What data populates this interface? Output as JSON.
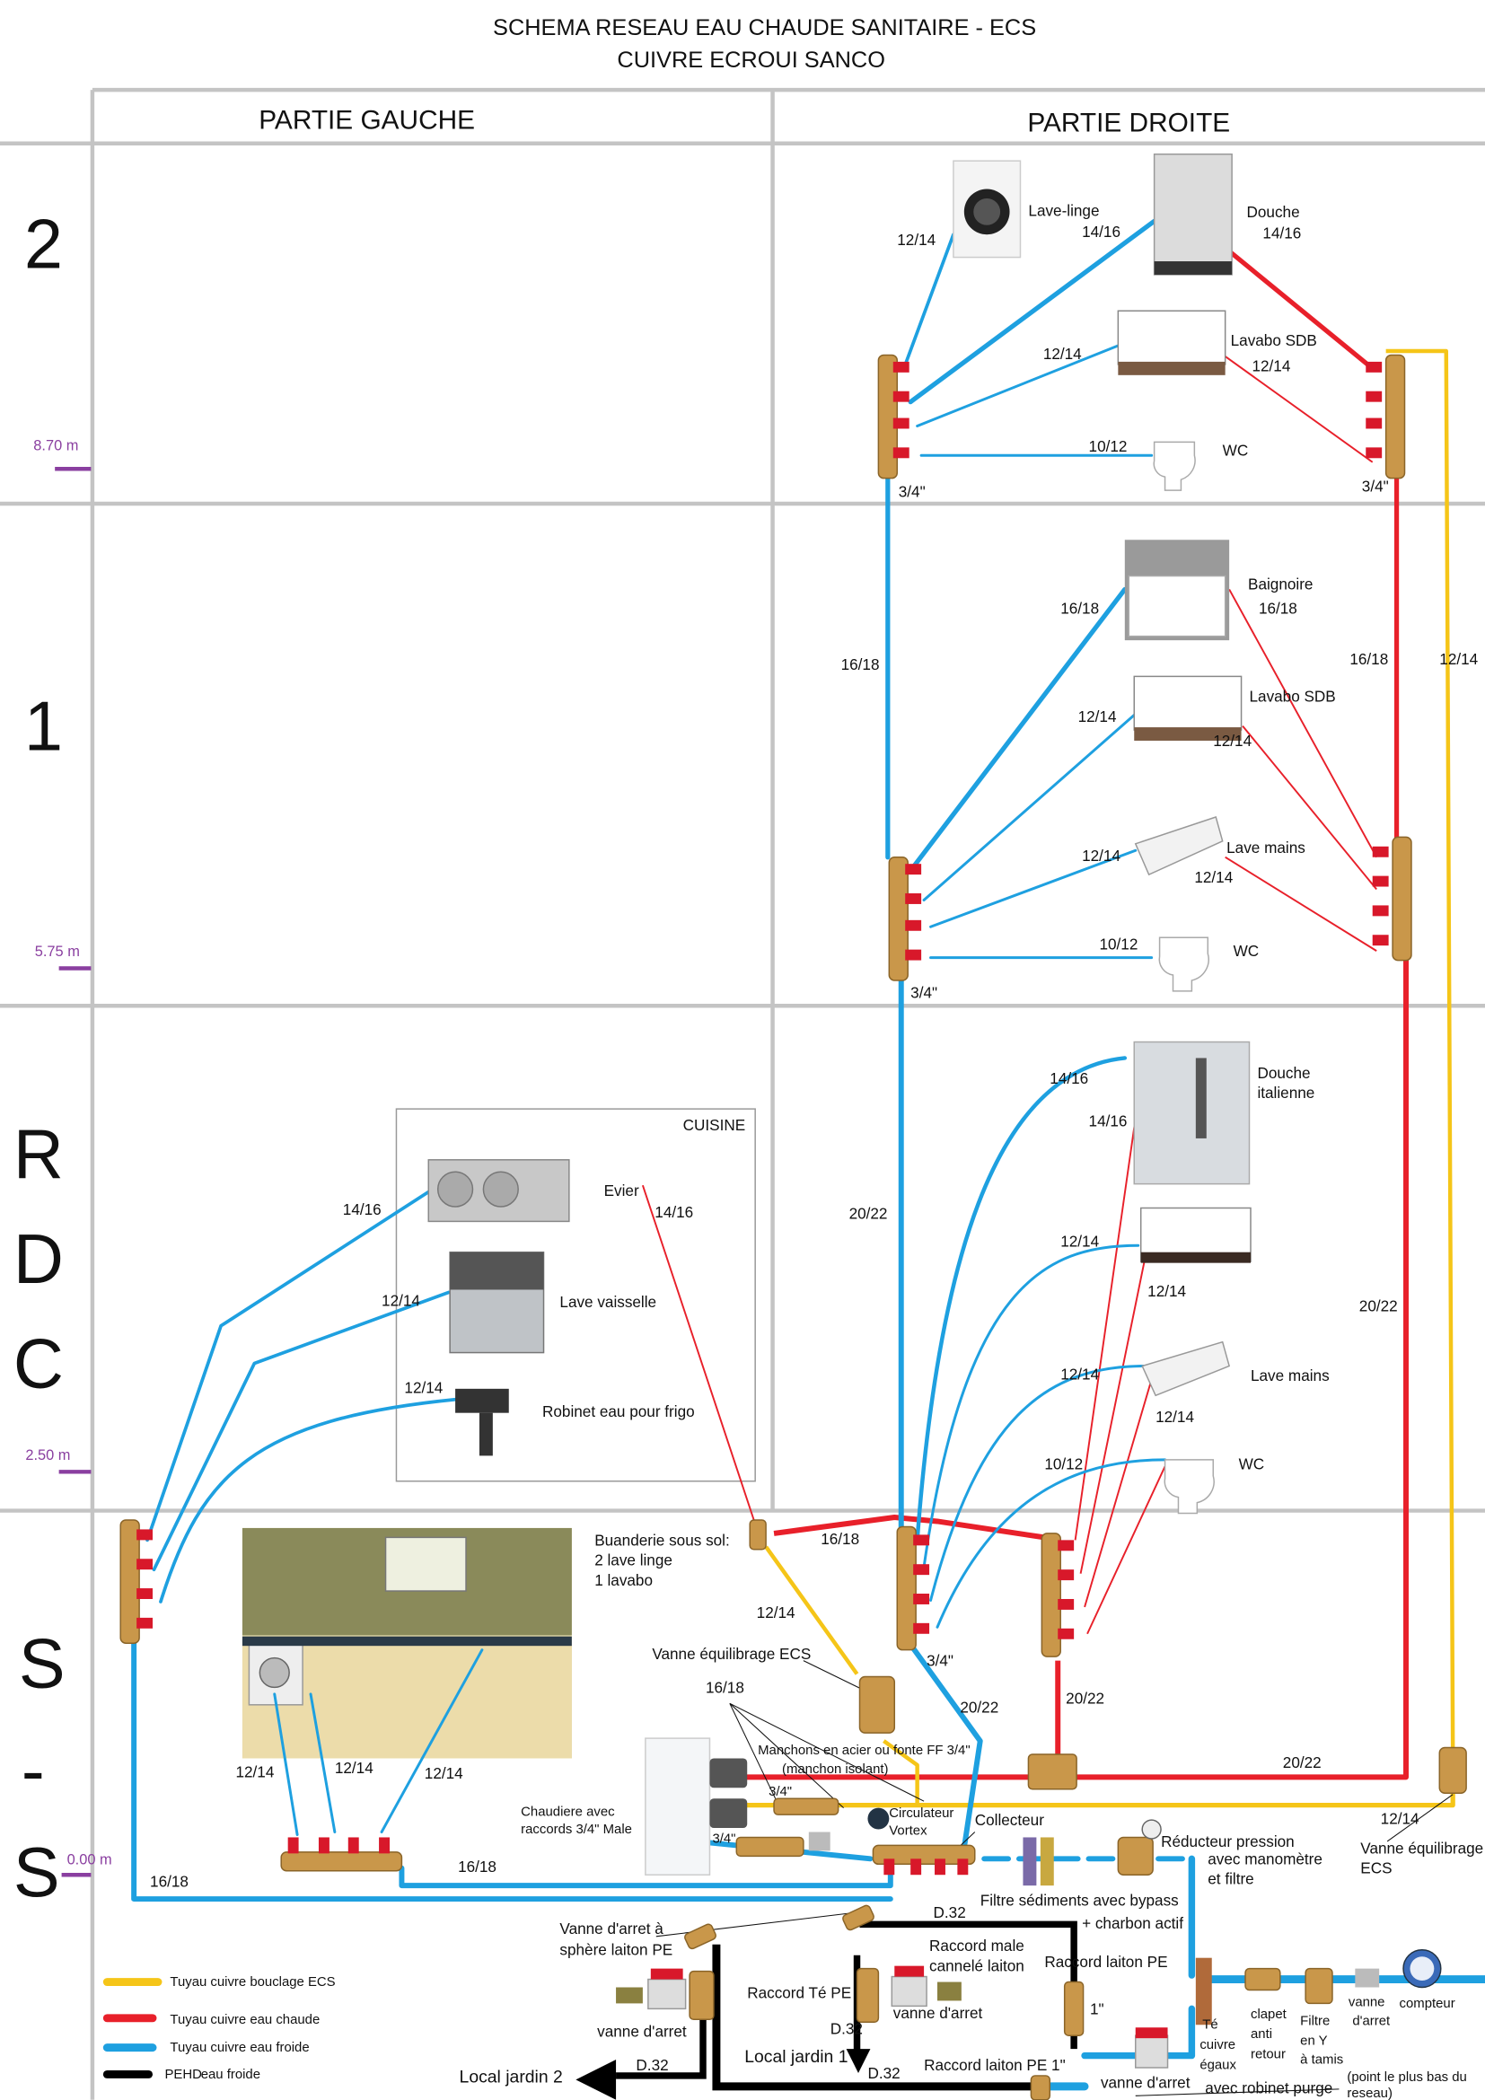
{
  "title": {
    "line1": "SCHEMA RESEAU EAU CHAUDE SANITAIRE - ECS",
    "line2": "CUIVRE ECROUI SANCO"
  },
  "columns": {
    "left": "PARTIE GAUCHE",
    "right": "PARTIE DROITE"
  },
  "levels": [
    {
      "name": "2",
      "height": "8.70 m"
    },
    {
      "name": "1",
      "height": "5.75 m"
    },
    {
      "name_lines": [
        "R",
        "D",
        "C"
      ],
      "height": "2.50 m"
    },
    {
      "name_lines": [
        "S",
        "-",
        "S"
      ],
      "height": "0.00 m"
    }
  ],
  "colors": {
    "bouclage": "#f5c518",
    "chaude": "#e8202a",
    "froide": "#1ea0e0",
    "pehd": "#000000",
    "level_mark": "#8a3fa0"
  },
  "legend": [
    {
      "label": "Tuyau cuivre bouclage ECS",
      "color": "#f5c518"
    },
    {
      "label": "Tuyau cuivre eau chaude",
      "color": "#e8202a"
    },
    {
      "label": "Tuyau cuivre eau froide",
      "color": "#1ea0e0"
    },
    {
      "label": "PEHD",
      "label2": "eau froide",
      "color": "#000000"
    }
  ],
  "labels": [
    "12/14",
    "Lave-linge",
    "14/16",
    "Douche",
    "14/16",
    "Lavabo SDB",
    "12/14",
    "12/14",
    "10/12",
    "WC",
    "3/4\"",
    "3/4\"",
    "Baignoire",
    "16/18",
    "16/18",
    "16/18",
    "16/18",
    "12/14",
    "Lavabo SDB",
    "12/14",
    "12/14",
    "Lave mains",
    "12/14",
    "12/14",
    "10/12",
    "WC",
    "3/4\"",
    "14/16",
    "Douche",
    "italienne",
    "14/16",
    "CUISINE",
    "Evier",
    "14/16",
    "14/16",
    "20/22",
    "12/14",
    "12/14",
    "20/22",
    "12/14",
    "Lave vaisselle",
    "12/14",
    "Lave mains",
    "12/14",
    "Robinet eau pour frigo",
    "12/14",
    "10/12",
    "WC",
    "Buanderie sous sol:",
    "2 lave linge",
    "1 lavabo",
    "16/18",
    "12/14",
    "Vanne équilibrage ECS",
    "3/4\"",
    "16/18",
    "20/22",
    "20/22",
    "Manchons en acier ou fonte FF 3/4\"",
    "(manchon isolant)",
    "20/22",
    "12/14",
    "12/14",
    "12/14",
    "3/4\"",
    "Chaudiere avec",
    "raccords 3/4\" Male",
    "Circulateur",
    "Vortex",
    "Collecteur",
    "12/14",
    "3/4\"",
    "Réducteur pression",
    "avec manomètre",
    "et filtre",
    "Vanne équilibrage",
    "ECS",
    "16/18",
    "16/18",
    "D.32",
    "Filtre sédiments avec bypass",
    "+ charbon actif",
    "Vanne d'arret à",
    "sphère laiton PE",
    "Raccord male",
    "cannelé laiton",
    "Raccord laiton PE",
    "Raccord Té PE",
    "1\"",
    "vanne d'arret",
    "Té",
    "clapet",
    "Filtre",
    "vanne",
    "compteur",
    "d'arret",
    "anti",
    "en Y",
    "cuivre",
    "retour",
    "à tamis",
    "égaux",
    "vanne d'arret",
    "D.32",
    "Local jardin 1",
    "Raccord laiton PE 1\"",
    "(point le plus bas du",
    "reseau)",
    "D.32",
    "D.32",
    "vanne d'arret",
    "avec robinet purge",
    "Local jardin 2"
  ]
}
